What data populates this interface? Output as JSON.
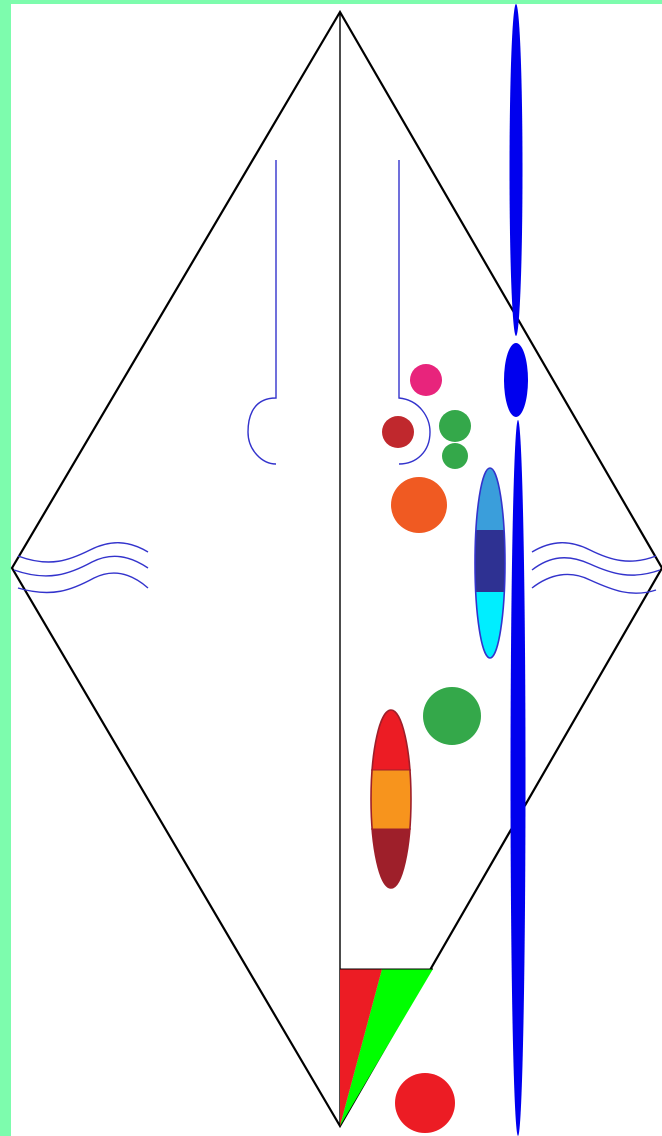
{
  "colors": {
    "background": "#ffffff",
    "frame": "#7dfcad",
    "outline": "#000000",
    "wave": "#3333cc",
    "spine": "#0000ee",
    "magenta": "#e8247c",
    "dark_red": "#c0282d",
    "green": "#34a84a",
    "orange": "#f05a22",
    "sky_blue": "#3a9edb",
    "navy": "#2e3192",
    "cyan": "#00eeff",
    "red": "#ec1c24",
    "amber": "#f7941d",
    "maroon": "#9e1f2a",
    "bright_green": "#00ff00"
  },
  "icons": [
    "kite-outline",
    "wave-lines",
    "hook-line",
    "blue-spine",
    "color-dots",
    "color-capsules",
    "triangle-tail"
  ]
}
